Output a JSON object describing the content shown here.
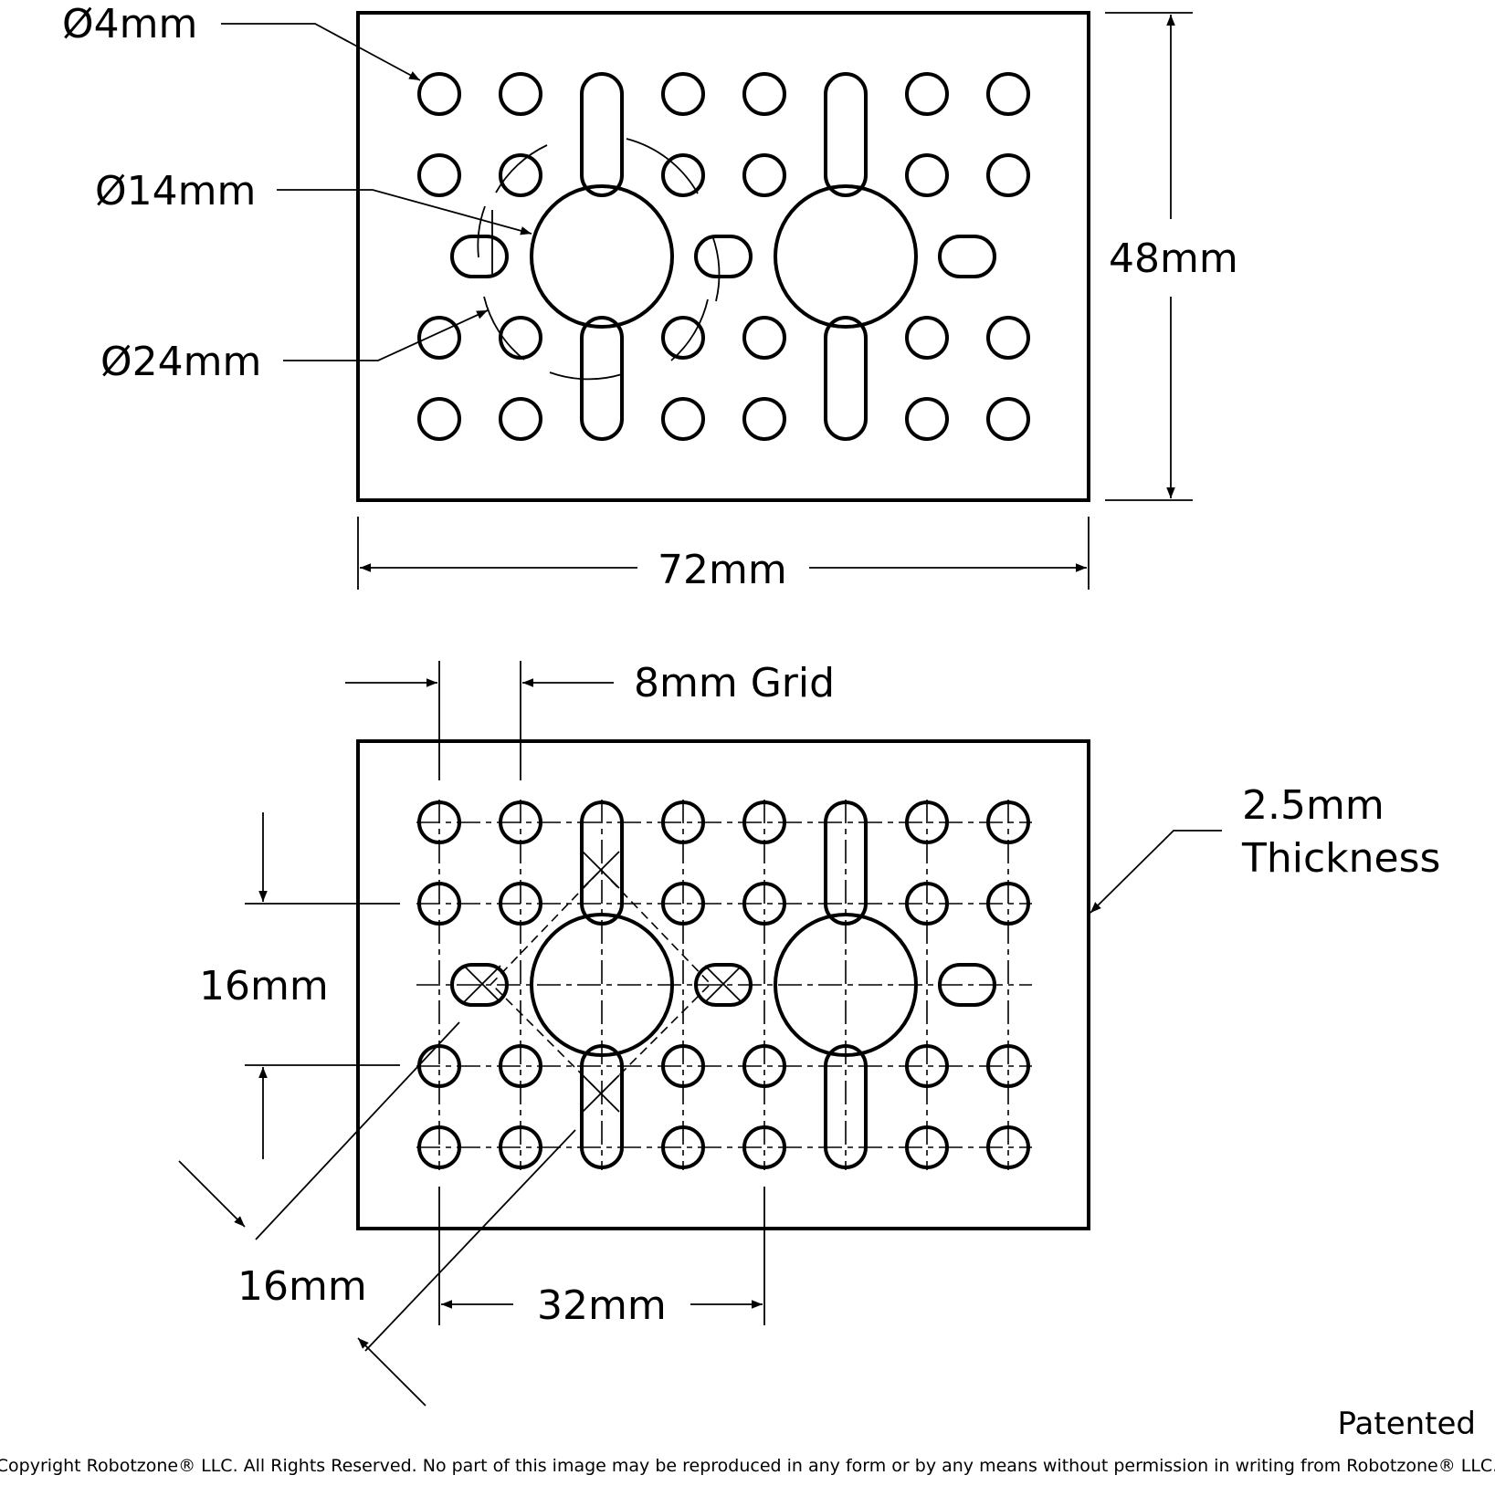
{
  "top_view": {
    "hole_diameter": "Ø4mm",
    "bore_diameter": "Ø14mm",
    "bolt_circle_diameter": "Ø24mm",
    "height": "48mm",
    "width": "72mm"
  },
  "bottom_view": {
    "grid_spacing": "8mm Grid",
    "thickness_line1": "2.5mm",
    "thickness_line2": "Thickness",
    "vertical_spacing": "16mm",
    "diagonal_spacing": "16mm",
    "horizontal_spacing": "32mm"
  },
  "footer": {
    "patent_note": "Patented",
    "copyright": "Copyright Robotzone® LLC.  All Rights Reserved. No part of this image may be reproduced in any form or by any means without permission in writing from Robotzone® LLC."
  }
}
